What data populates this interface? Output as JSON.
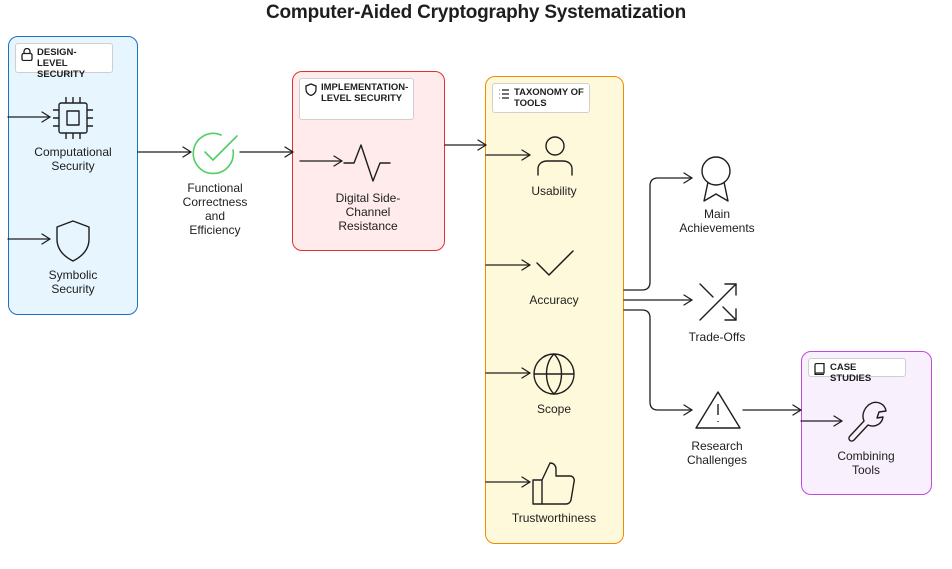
{
  "title": "Computer-Aided Cryptography Systematization",
  "groups": {
    "design": {
      "label": "DESIGN-LEVEL SECURITY",
      "icon": "lock-icon",
      "color": "#1971c2",
      "fill": "#e7f5ff"
    },
    "implementation": {
      "label": "IMPLEMENTATION-LEVEL SECURITY",
      "icon": "shield-icon",
      "color": "#e03131",
      "fill": "#ffebeb"
    },
    "taxonomy": {
      "label": "TAXONOMY OF TOOLS",
      "icon": "list-icon",
      "color": "#f08c00",
      "fill": "#fff9db"
    },
    "case_studies": {
      "label": "CASE STUDIES",
      "icon": "book-icon",
      "color": "#be4bdb",
      "fill": "#f8f0fc"
    }
  },
  "nodes": {
    "computational": {
      "label": "Computational\nSecurity",
      "icon": "chip-icon"
    },
    "symbolic": {
      "label": "Symbolic\nSecurity",
      "icon": "shield-icon"
    },
    "functional": {
      "label": "Functional\nCorrectness\nand\nEfficiency",
      "icon": "check-circle-icon",
      "color": "#51cf66"
    },
    "side_channel": {
      "label": "Digital Side-\nChannel\nResistance",
      "icon": "activity-icon"
    },
    "usability": {
      "label": "Usability",
      "icon": "user-icon"
    },
    "accuracy": {
      "label": "Accuracy",
      "icon": "check-icon"
    },
    "scope": {
      "label": "Scope",
      "icon": "globe-icon"
    },
    "trustworthiness": {
      "label": "Trustworthiness",
      "icon": "thumbs-up-icon"
    },
    "achievements": {
      "label": "Main\nAchievements",
      "icon": "award-icon"
    },
    "tradeoffs": {
      "label": "Trade-Offs",
      "icon": "shuffle-icon"
    },
    "challenges": {
      "label": "Research\nChallenges",
      "icon": "alert-triangle-icon"
    },
    "combining": {
      "label": "Combining\nTools",
      "icon": "wrench-icon"
    }
  }
}
